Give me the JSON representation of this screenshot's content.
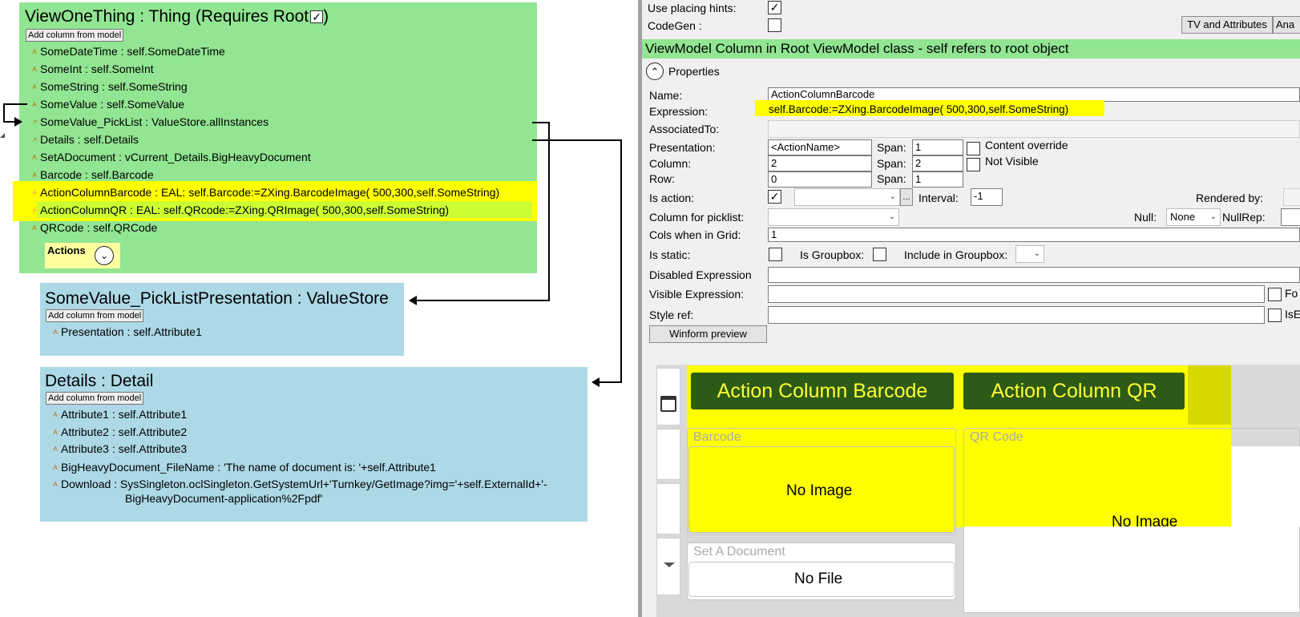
{
  "diagram": {
    "view_one": {
      "title": "ViewOneThing : Thing  (Requires Root",
      "requires_root_checked": "✓",
      "add_column": "Add column from model",
      "items": [
        "SomeDateTime : self.SomeDateTime",
        "SomeInt : self.SomeInt",
        "SomeString : self.SomeString",
        "SomeValue : self.SomeValue",
        "SomeValue_PickList : ValueStore.allInstances",
        "Details : self.Details",
        "SetADocument : vCurrent_Details.BigHeavyDocument",
        "Barcode : self.Barcode",
        "ActionColumnBarcode : EAL: self.Barcode:=ZXing.BarcodeImage( 500,300,self.SomeString)",
        "ActionColumnQR : EAL: self.QRcode:=ZXing.QRImage( 500,300,self.SomeString)",
        "QRCode : self.QRCode"
      ],
      "actions_label": "Actions",
      "actions_glyph": "⌄"
    },
    "picklist": {
      "title": "SomeValue_PickListPresentation : ValueStore",
      "add_column": "Add column from model",
      "items": [
        "Presentation : self.Attribute1"
      ]
    },
    "details": {
      "title": "Details : Detail",
      "add_column": "Add column from model",
      "items": [
        "Attribute1 : self.Attribute1",
        "Attribute2 : self.Attribute2",
        "Attribute3 : self.Attribute3",
        "BigHeavyDocument_FileName : 'The name of document is:  '+self.Attribute1",
        "Download : SysSingleton.oclSingleton.GetSystemUrl+'Turnkey/GetImage?img='+self.ExternalId+'-",
        "BigHeavyDocument-application%2Fpdf'"
      ]
    },
    "colors": {
      "green": "#92e592",
      "blue": "#add8e6",
      "highlight": "#ffff00"
    }
  },
  "panel": {
    "use_placing_hints_label": "Use placing hints:",
    "use_placing_hints_checked": "✓",
    "codegen_label": "CodeGen :",
    "tv_attributes_button": "TV and Attributes",
    "ana_button": "Ana",
    "section_title": "ViewModel Column in Root ViewModel class - self refers to root object",
    "properties_label": "Properties",
    "properties_glyph": "⌃",
    "fields": {
      "name_label": "Name:",
      "name_value": "ActionColumnBarcode",
      "expression_label": "Expression:",
      "expression_value": "self.Barcode:=ZXing.BarcodeImage( 500,300,self.SomeString)",
      "associated_label": "AssociatedTo:",
      "associated_value": "",
      "presentation_label": "Presentation:",
      "presentation_value": "<ActionName>",
      "span_label": "Span:",
      "presentation_span": "1",
      "content_override_label": "Content override",
      "column_label": "Column:",
      "column_value": "2",
      "column_span": "2",
      "not_visible_label": "Not Visible",
      "row_label": "Row:",
      "row_value": "0",
      "row_span": "1",
      "is_action_label": "Is action:",
      "is_action_checked": "✓",
      "ellipsis": "...",
      "interval_label": "Interval:",
      "interval_value": "-1",
      "rendered_by_label": "Rendered by:",
      "column_picklist_label": "Column for picklist:",
      "null_label": "Null:",
      "null_value": "None",
      "nullrep_label": "NullRep:",
      "cols_grid_label": "Cols when in Grid:",
      "cols_grid_value": "1",
      "is_static_label": "Is static:",
      "is_groupbox_label": "Is Groupbox:",
      "include_groupbox_label": "Include in Groupbox:",
      "disabled_expr_label": "Disabled Expression",
      "visible_expr_label": "Visible Expression:",
      "style_ref_label": "Style ref:",
      "fo_label": "Fo",
      "ise_label": "IsE",
      "winform_preview_button": "Winform preview"
    },
    "preview": {
      "action_barcode_button": "Action Column Barcode",
      "action_qr_button": "Action Column QR",
      "barcode_label": "Barcode",
      "qr_label": "QR Code",
      "no_image_1": "No Image",
      "no_image_2": "No Image",
      "set_document_label": "Set A Document",
      "no_file": "No File"
    },
    "colors": {
      "button_bg": "#2d5a16",
      "button_text": "#ffff33",
      "highlight": "#ffff00"
    }
  }
}
